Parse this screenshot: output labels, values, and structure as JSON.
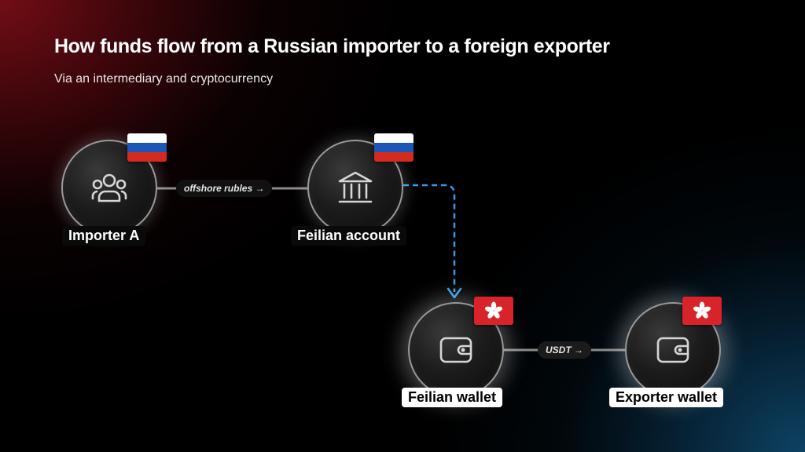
{
  "title": "How funds flow from a Russian importer to a foreign exporter",
  "subtitle": "Via an intermediary and cryptocurrency",
  "nodes": {
    "importer": {
      "label": "Importer A",
      "icon": "people-icon",
      "flag": "russia-flag-icon"
    },
    "feilian_account": {
      "label": "Feilian account",
      "icon": "bank-icon",
      "flag": "russia-flag-icon"
    },
    "feilian_wallet": {
      "label": "Feilian wallet",
      "icon": "wallet-icon",
      "flag": "hong-kong-flag-icon"
    },
    "exporter_wallet": {
      "label": "Exporter wallet",
      "icon": "wallet-icon",
      "flag": "hong-kong-flag-icon"
    }
  },
  "edges": {
    "offshore": {
      "label": "offshore rubles →"
    },
    "usdt": {
      "label": "USDT →"
    },
    "transfer": {
      "style": "dashed",
      "color": "#2f9bec"
    }
  },
  "colors": {
    "russia_red_bg": "#780e16",
    "blue_bg": "#0e4669",
    "arrow_blue": "#2f9bec",
    "line_gray": "#8a8a8a"
  }
}
